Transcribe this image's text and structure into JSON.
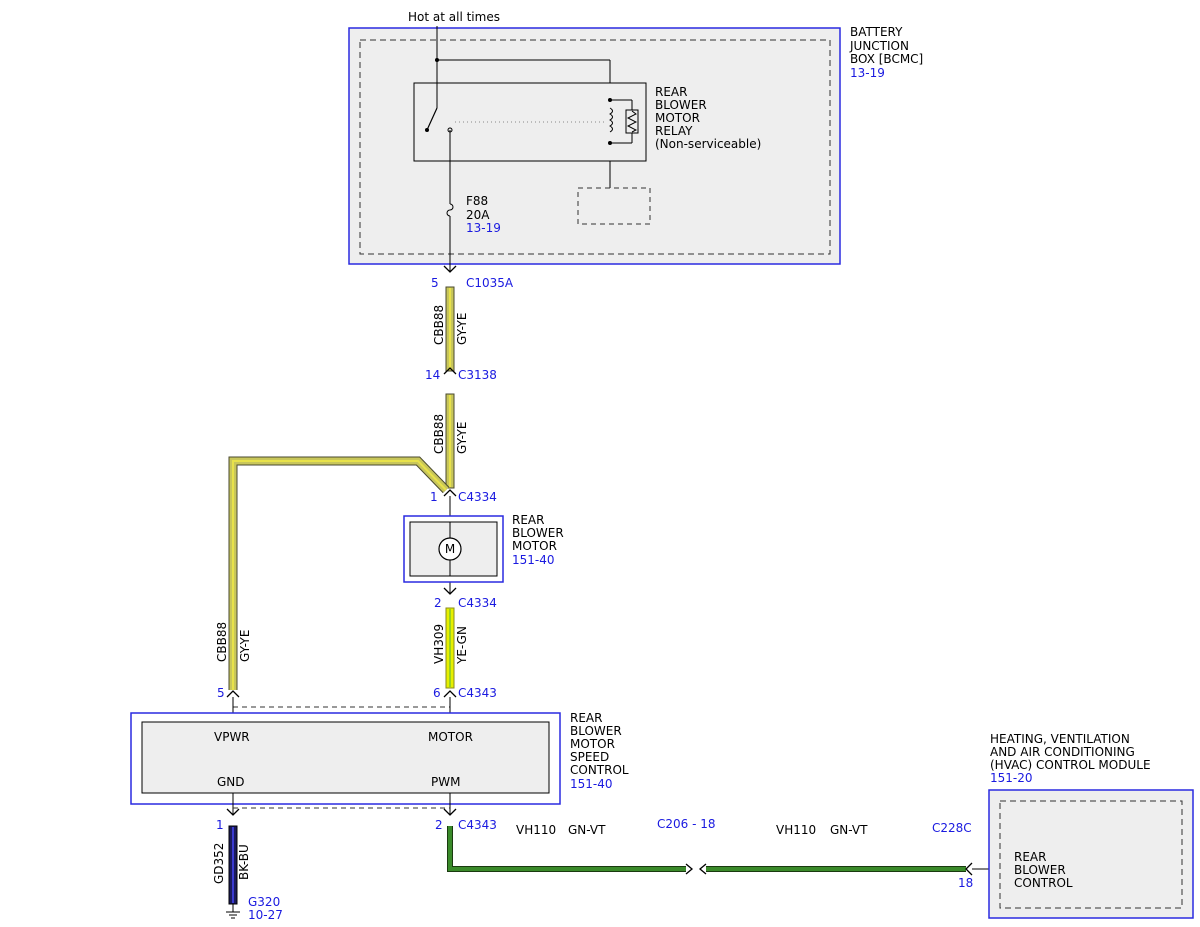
{
  "power": {
    "label": "Hot at all times"
  },
  "bjb": {
    "name": [
      "BATTERY",
      "JUNCTION",
      "BOX [BCMC]"
    ],
    "ref": "13-19"
  },
  "relay": {
    "name": [
      "REAR",
      "BLOWER",
      "MOTOR",
      "RELAY",
      "(Non-serviceable)"
    ]
  },
  "fuse": {
    "id": "F88",
    "rating": "20A",
    "ref": "13-19"
  },
  "c1035a": {
    "pin": "5",
    "name": "C1035A"
  },
  "wire1": {
    "circuit": "CBB88",
    "color": "GY-YE"
  },
  "c3138": {
    "pin": "14",
    "name": "C3138"
  },
  "wire2": {
    "circuit": "CBB88",
    "color": "GY-YE"
  },
  "c4334a": {
    "pin": "1",
    "name": "C4334"
  },
  "motor": {
    "name": [
      "REAR",
      "BLOWER",
      "MOTOR"
    ],
    "ref": "151-40",
    "symbol": "M"
  },
  "c4334b": {
    "pin": "2",
    "name": "C4334"
  },
  "wire3": {
    "circuit": "VH309",
    "color": "YE-GN"
  },
  "wire4": {
    "circuit": "CBB88",
    "color": "GY-YE"
  },
  "c4343a": {
    "pin5": "5",
    "pin": "6",
    "name": "C4343"
  },
  "speedctl": {
    "name": [
      "REAR",
      "BLOWER",
      "MOTOR",
      "SPEED",
      "CONTROL"
    ],
    "ref": "151-40",
    "vpwr": "VPWR",
    "motor": "MOTOR",
    "gnd": "GND",
    "pwm": "PWM"
  },
  "c4343b": {
    "pin1": "1",
    "pin": "2",
    "name": "C4343"
  },
  "ground_wire": {
    "circuit": "GD352",
    "color": "BK-BU"
  },
  "ground": {
    "name": "G320",
    "ref": "10-27"
  },
  "wire5": {
    "circuit": "VH110",
    "color": "GN-VT"
  },
  "c206": {
    "label": "C206 - 18"
  },
  "wire6": {
    "circuit": "VH110",
    "color": "GN-VT"
  },
  "c228c": {
    "name": "C228C",
    "pin": "18"
  },
  "hvac": {
    "name": [
      "HEATING, VENTILATION",
      "AND AIR CONDITIONING",
      "(HVAC) CONTROL MODULE"
    ],
    "ref": "151-20",
    "inner": [
      "REAR",
      "BLOWER",
      "CONTROL"
    ]
  },
  "colors": {
    "ref_blue": "#1a1ae0",
    "gy_ye": "#c8c65a",
    "ye_gn": "#e6f000",
    "gn_vt": "#2e6b1f",
    "bk_bu": "#1a1a5c",
    "module_fill": "#eeeeee"
  }
}
